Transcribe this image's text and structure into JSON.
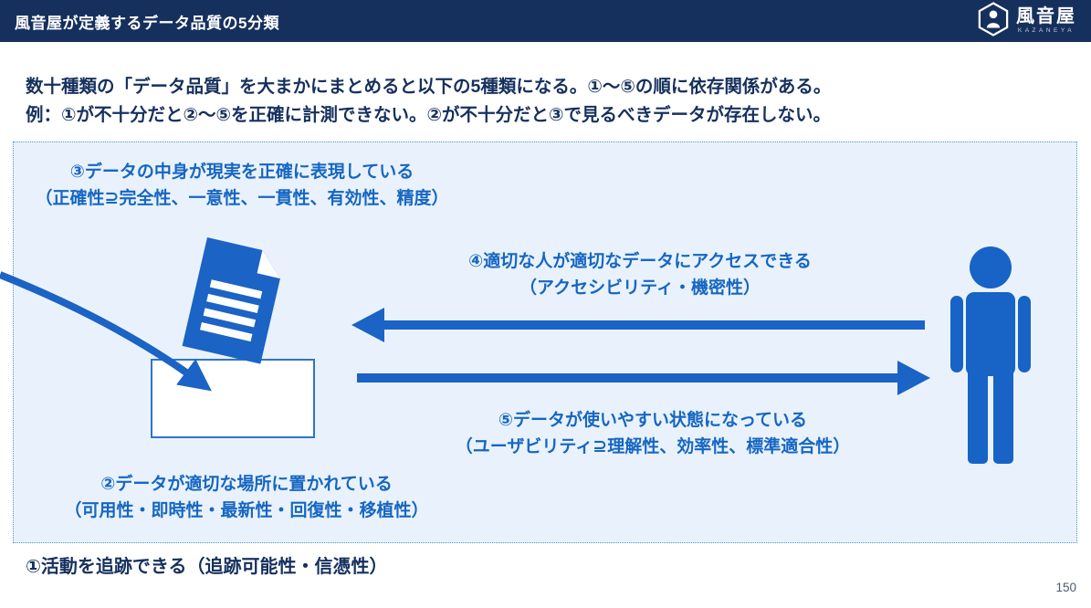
{
  "header": {
    "title": "風音屋が定義するデータ品質の5分類",
    "logo": {
      "name": "風音屋",
      "caption": "KAZANEYA"
    }
  },
  "intro": {
    "line1": "数十種類の「データ品質」を大まかにまとめると以下の5種類になる。①〜⑤の順に依存関係がある。",
    "line2": "例：①が不十分だと②〜⑤を正確に計測できない。②が不十分だと③で見るべきデータが存在しない。"
  },
  "diagram": {
    "quality3": {
      "line1": "③データの中身が現実を正確に表現している",
      "line2": "（正確性⊇完全性、一意性、一貫性、有効性、精度）"
    },
    "quality4": {
      "line1": "④適切な人が適切なデータにアクセスできる",
      "line2": "（アクセシビリティ・機密性）"
    },
    "quality5": {
      "line1": "⑤データが使いやすい状態になっている",
      "line2": "（ユーザビリティ⊇理解性、効率性、標準適合性）"
    },
    "quality2": {
      "line1": "②データが適切な場所に置かれている",
      "line2": "（可用性・即時性・最新性・回復性・移植性）"
    }
  },
  "footer": {
    "quality1": "①活動を追跡できる（追跡可能性・信憑性）",
    "page_number": "150"
  },
  "colors": {
    "header_bg": "#16305d",
    "accent_blue": "#1b63c5",
    "text_blue": "#1666c2",
    "text_navy": "#16305d",
    "panel_bg": "#e9f2fc",
    "panel_border": "#4f94d8"
  }
}
